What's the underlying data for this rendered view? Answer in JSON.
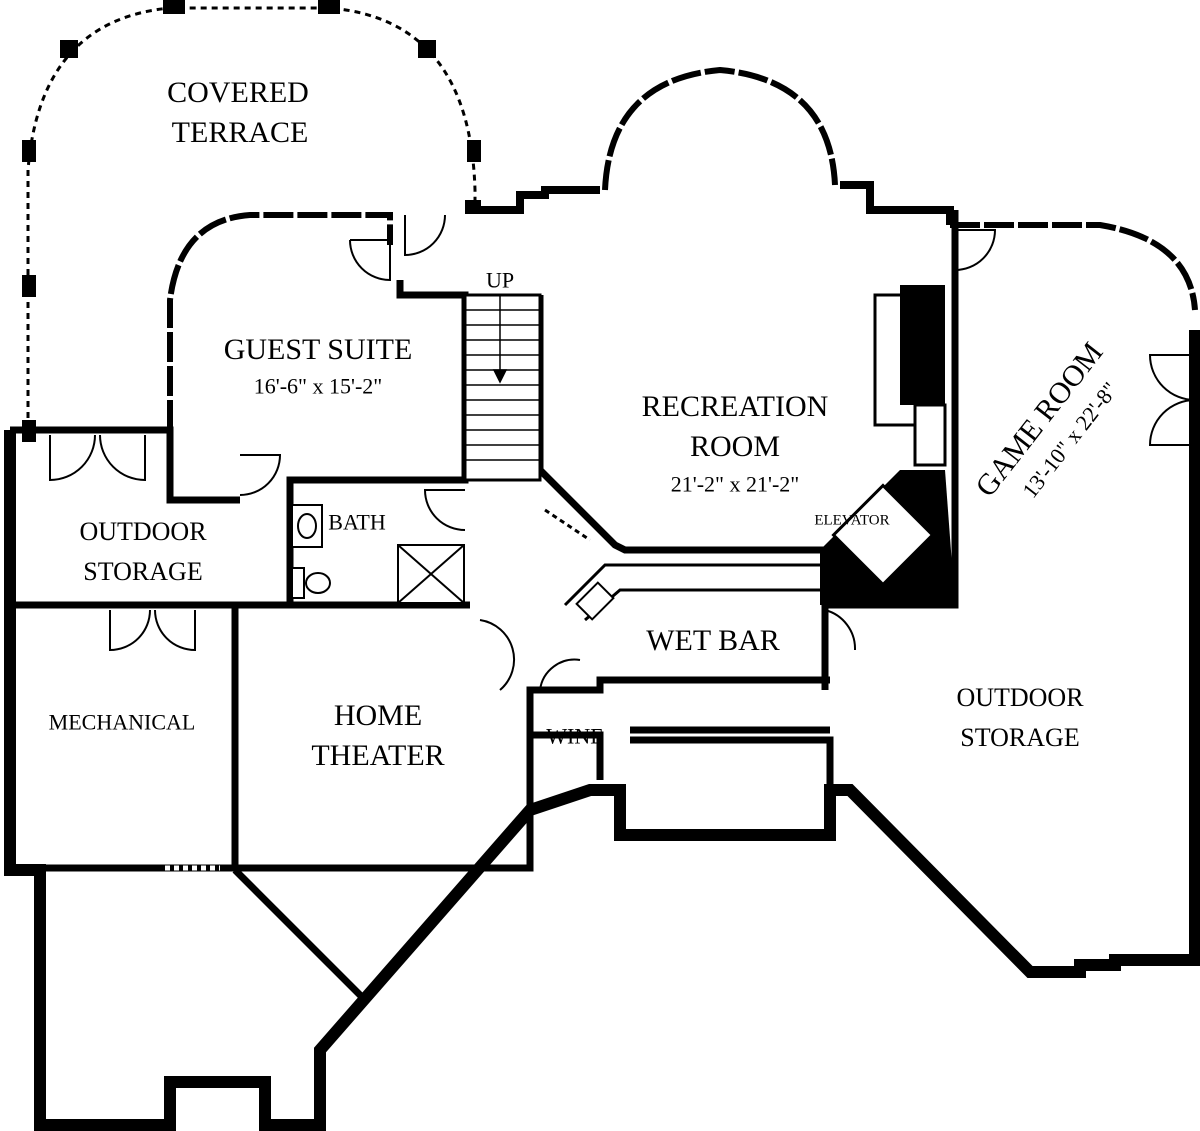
{
  "rooms": {
    "covered_terrace": {
      "line1": "COVERED",
      "line2": "TERRACE"
    },
    "guest_suite": {
      "name": "GUEST SUITE",
      "dims": "16'-6\" x 15'-2\""
    },
    "recreation_room": {
      "line1": "RECREATION",
      "line2": "ROOM",
      "dims": "21'-2\" x 21'-2\""
    },
    "game_room": {
      "name": "GAME ROOM",
      "dims": "13'-10\" x 22'-8\""
    },
    "outdoor_storage_left": {
      "line1": "OUTDOOR",
      "line2": "STORAGE"
    },
    "outdoor_storage_right": {
      "line1": "OUTDOOR",
      "line2": "STORAGE"
    },
    "bath": "BATH",
    "elevator": "ELEVATOR",
    "wet_bar": "WET BAR",
    "mechanical": "MECHANICAL",
    "home_theater": {
      "line1": "HOME",
      "line2": "THEATER"
    },
    "wine": "WINE"
  },
  "stairs": {
    "label": "UP"
  },
  "colors": {
    "wall": "#000000",
    "background": "#ffffff"
  }
}
